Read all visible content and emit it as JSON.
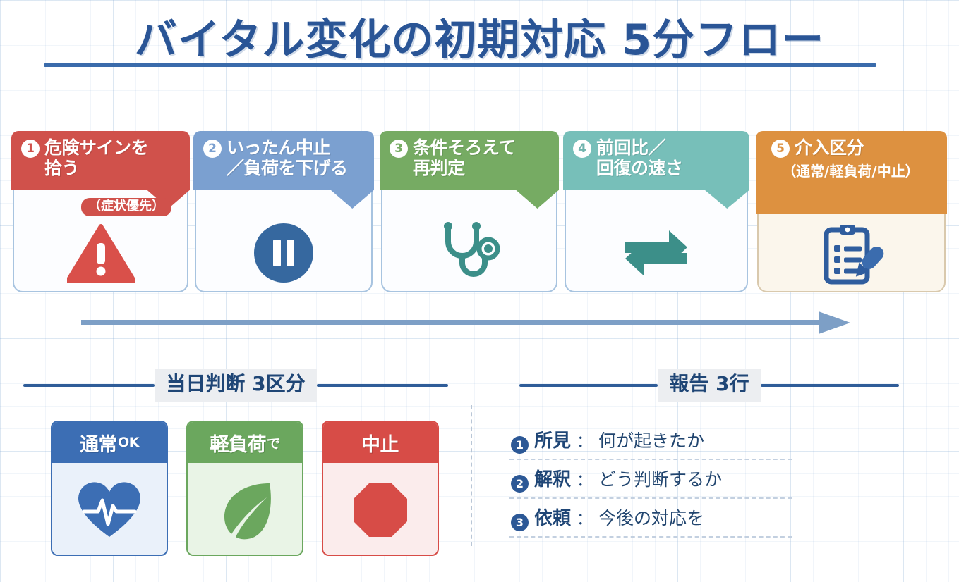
{
  "page": {
    "title": "バイタル変化の初期対応 5分フロー",
    "bg_grid_color": "#c9dbef"
  },
  "flow": {
    "arrow_color": "#7d9fc6",
    "steps": [
      {
        "num": "❶",
        "num_plain": "1",
        "label_line1": "危険サインを",
        "label_line2": "拾う",
        "sub": "（症状優先）",
        "icon": "warning-triangle-icon",
        "color": "#d0514b",
        "body_bg": "#fcfdff",
        "border": "#a8c4e0"
      },
      {
        "num": "❷",
        "num_plain": "2",
        "label_line1": "いったん中止",
        "label_line2": "／負荷を下げる",
        "sub": "",
        "icon": "pause-circle-icon",
        "color": "#7ba0d0",
        "body_bg": "#fcfdff",
        "border": "#a8c4e0"
      },
      {
        "num": "❸",
        "num_plain": "3",
        "label_line1": "条件そろえて",
        "label_line2": "再判定",
        "sub": "",
        "icon": "stethoscope-icon",
        "color": "#76ab63",
        "body_bg": "#fcfdff",
        "border": "#a8c4e0"
      },
      {
        "num": "❹",
        "num_plain": "4",
        "label_line1": "前回比／",
        "label_line2": "回復の速さ",
        "sub": "",
        "icon": "exchange-arrows-icon",
        "color": "#77bfb9",
        "body_bg": "#fcfdff",
        "border": "#a8c4e0"
      },
      {
        "num": "❺",
        "num_plain": "5",
        "label_line1": "介入区分",
        "label_line2": "",
        "sub": "（通常/軽負荷/中止）",
        "icon": "clipboard-pen-icon",
        "color": "#dd9140",
        "body_bg": "#fbf6ec",
        "border": "#d9c9ad"
      }
    ]
  },
  "judgement": {
    "heading": "当日判断 3区分",
    "cards": [
      {
        "label": "通常",
        "suffix": "OK",
        "icon": "heart-pulse-icon",
        "head_bg": "#3c6eb4",
        "body_bg": "#eaf1fa",
        "icon_color": "#3c6eb4"
      },
      {
        "label": "軽負荷",
        "suffix": "で",
        "icon": "leaf-icon",
        "head_bg": "#6ba75e",
        "body_bg": "#e9f4e6",
        "icon_color": "#6ba75e"
      },
      {
        "label": "中止",
        "suffix": "",
        "icon": "octagon-stop-icon",
        "head_bg": "#d74c47",
        "body_bg": "#fbecec",
        "icon_color": "#d74c47"
      }
    ]
  },
  "report": {
    "heading": "報告 3行",
    "rows": [
      {
        "num": "❶",
        "num_plain": "1",
        "key": "所見",
        "sep": "：",
        "value": "何が起きたか"
      },
      {
        "num": "❷",
        "num_plain": "2",
        "key": "解釈",
        "sep": "：",
        "value": "どう判断するか"
      },
      {
        "num": "❸",
        "num_plain": "3",
        "key": "依頼",
        "sep": "：",
        "value": "今後の対応を"
      }
    ]
  }
}
